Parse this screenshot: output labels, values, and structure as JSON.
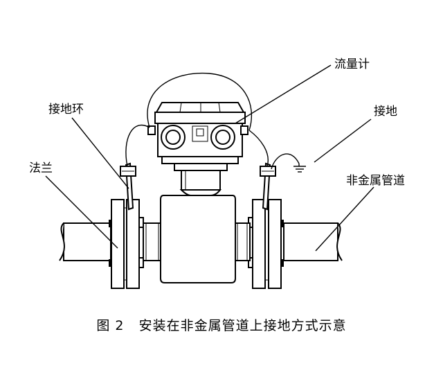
{
  "labels": {
    "flowmeter": "流量计",
    "grounding_ring": "接地环",
    "grounding": "接地",
    "flange": "法兰",
    "nonmetal_pipe": "非金属管道"
  },
  "caption": "图 2   安装在非金属管道上接地方式示意",
  "colors": {
    "line": "#000000",
    "background": "#ffffff"
  }
}
